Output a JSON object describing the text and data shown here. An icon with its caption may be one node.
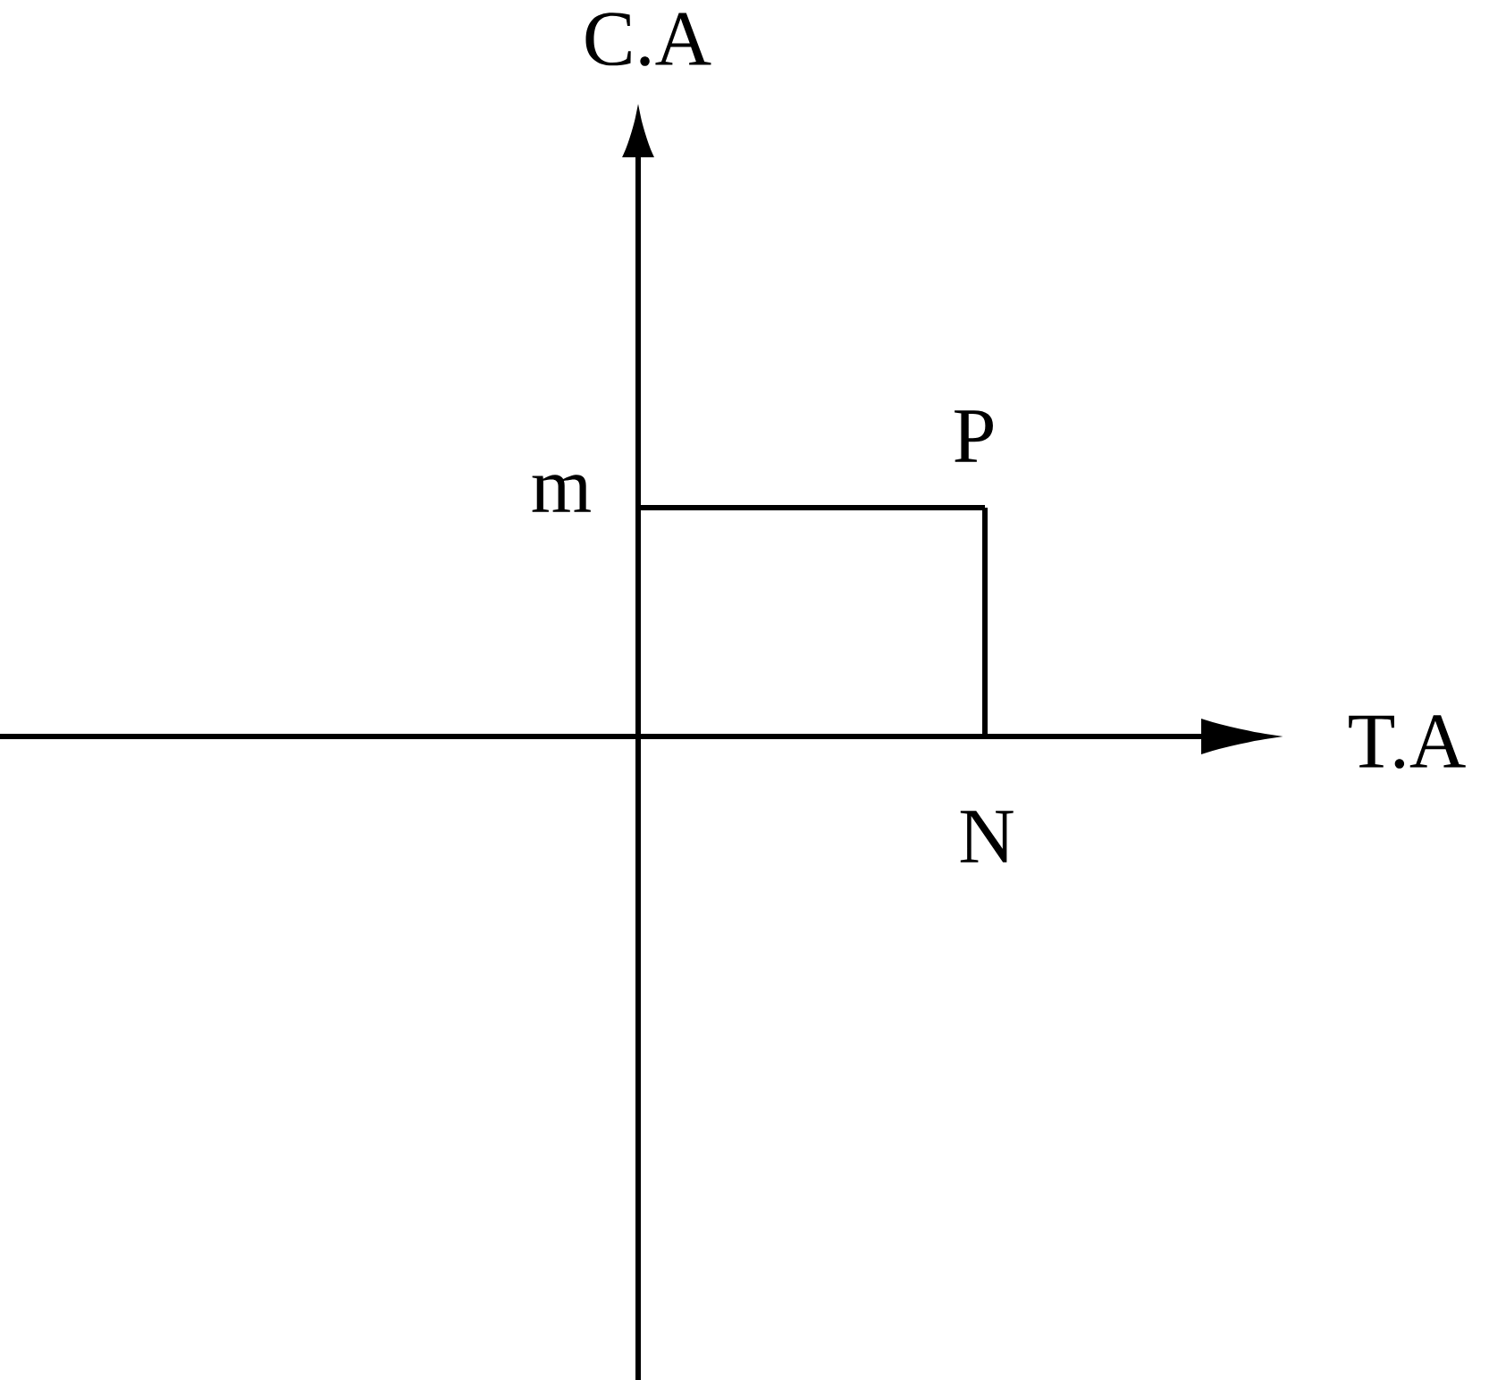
{
  "diagram": {
    "labels": [
      "C.A",
      "P",
      "m",
      "T.A",
      "N"
    ]
  }
}
